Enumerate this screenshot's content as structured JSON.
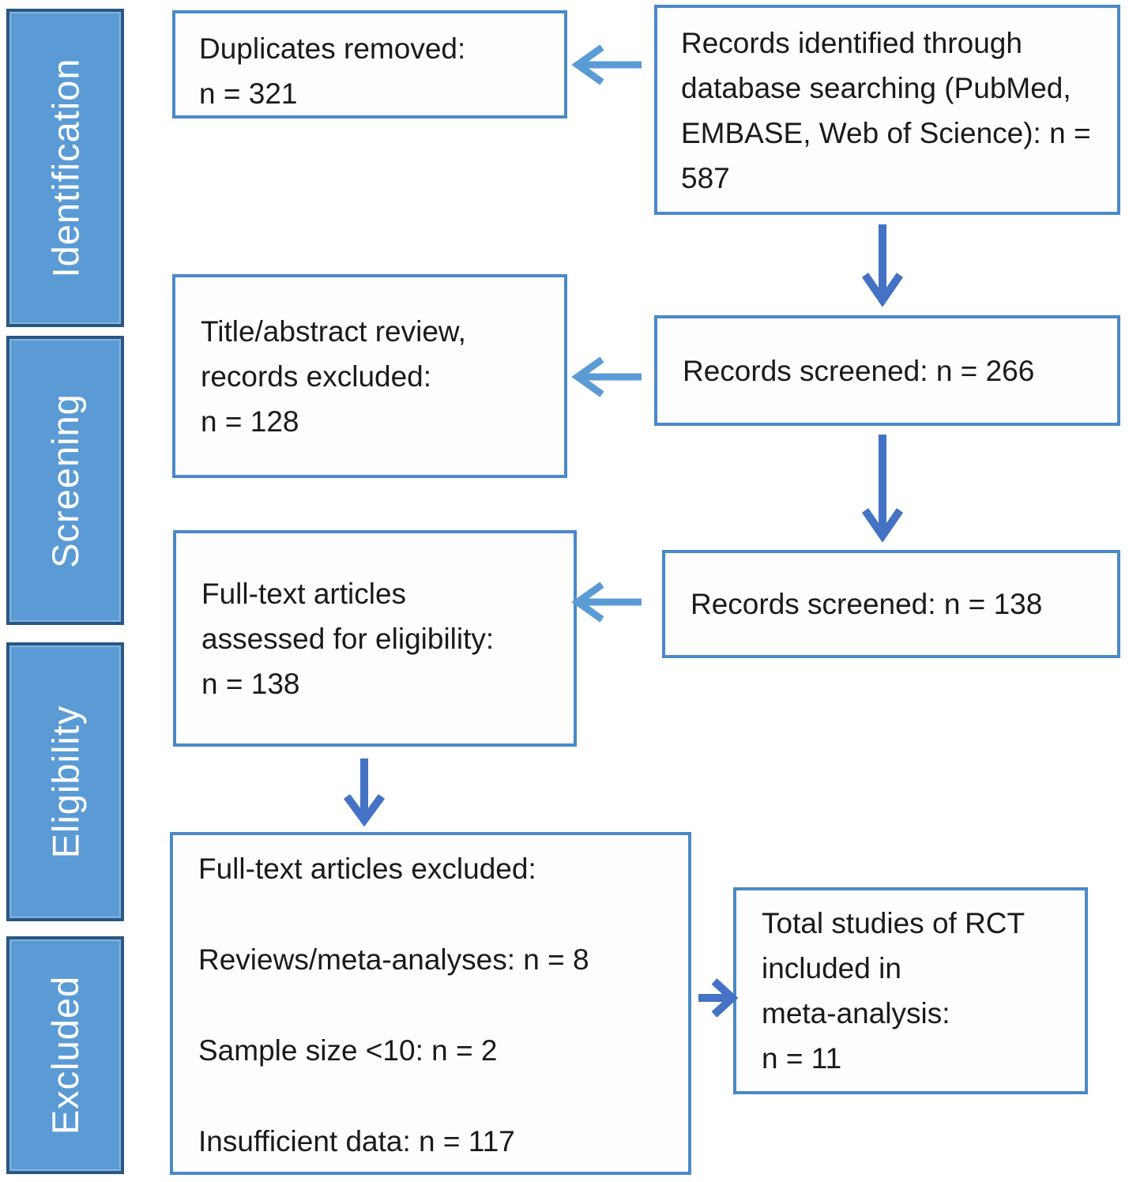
{
  "colors": {
    "sidebar_fill": "#5b9bd5",
    "sidebar_border": "#2a5783",
    "box_border": "#4a89c8",
    "box_fill": "#fdfdfd",
    "arrow_light": "#5b9bd5",
    "arrow_dark": "#4472c4",
    "text": "#1a1a1a",
    "label_text": "#ffffff"
  },
  "sidebar": {
    "items": [
      {
        "label": "Identification"
      },
      {
        "label": "Screening"
      },
      {
        "label": "Eligibility"
      },
      {
        "label": "Excluded"
      }
    ]
  },
  "boxes": {
    "duplicates_removed": {
      "text": "Duplicates removed:\nn = 321"
    },
    "records_identified": {
      "text": "Records identified through\ndatabase searching (PubMed,\nEMBASE, Web of Science): n =\n587"
    },
    "records_screened_1": {
      "text": "Records screened: n = 266"
    },
    "title_abstract_review": {
      "text": "Title/abstract review,\nrecords excluded:\nn = 128"
    },
    "records_screened_2": {
      "text": "Records screened: n = 138"
    },
    "fulltext_assessed": {
      "text": "Full-text articles\nassessed for eligibility:\nn = 138"
    },
    "fulltext_excluded": {
      "title": "Full-text articles excluded:",
      "items": [
        "Reviews/meta-analyses: n = 8",
        "Sample size <10: n = 2",
        "Insufficient data: n = 117"
      ]
    },
    "total_included": {
      "text": "Total studies of RCT\nincluded in\nmeta-analysis:\nn = 11"
    }
  }
}
